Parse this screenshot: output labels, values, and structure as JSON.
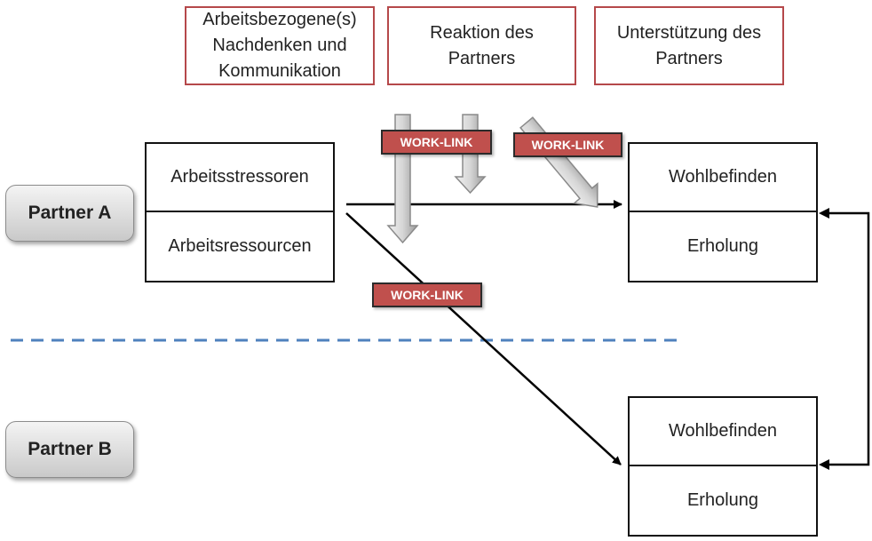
{
  "top_boxes": [
    {
      "label": "Arbeitsbezogene(s)\nNachdenken und\nKommunikation"
    },
    {
      "label": "Reaktion des\nPartners"
    },
    {
      "label": "Unterstützung des\nPartners"
    }
  ],
  "partner_a": {
    "label": "Partner A",
    "left_box": {
      "top": "Arbeitsstressoren",
      "bottom": "Arbeitsressourcen"
    },
    "right_box": {
      "top": "Wohlbefinden",
      "bottom": "Erholung"
    }
  },
  "partner_b": {
    "label": "Partner B",
    "right_box": {
      "top": "Wohlbefinden",
      "bottom": "Erholung"
    }
  },
  "work_links": [
    "WORK-LINK",
    "WORK-LINK",
    "WORK-LINK"
  ],
  "colors": {
    "accent_red": "#c0504d",
    "box_border_red": "#b5484a",
    "divider_blue": "#4f81bd"
  }
}
